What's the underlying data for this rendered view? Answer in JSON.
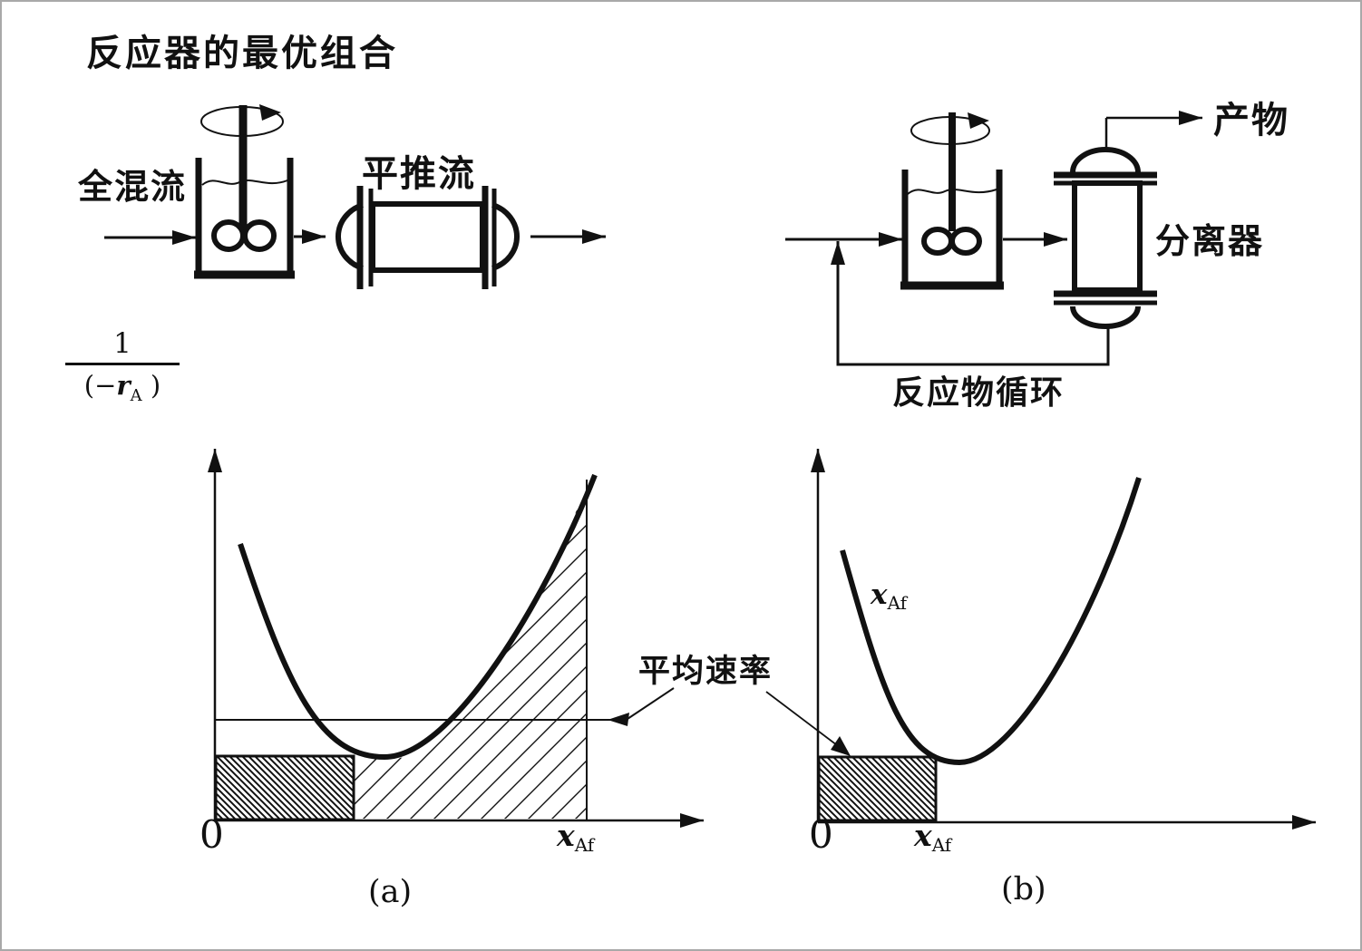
{
  "title": "反应器的最优组合",
  "combo_a": {
    "cstr_label": "全混流",
    "pfr_label": "平推流"
  },
  "combo_b": {
    "product_label": "产物",
    "separator_label": "分离器",
    "recycle_label": "反应物循环"
  },
  "y_axis": {
    "numerator": "1",
    "den_open": "(−",
    "den_var": "r",
    "den_sub": "A",
    "den_close": " )"
  },
  "avg_rate_label": "平均速率",
  "graph_a": {
    "origin_label": "0",
    "x_end_var": "x",
    "x_end_sub": "Af",
    "caption": "(a)"
  },
  "graph_b": {
    "curve_var": "x",
    "curve_sub": "Af",
    "origin_label": "0",
    "x_end_var": "x",
    "x_end_sub": "Af",
    "caption": "(b)"
  },
  "chart_data": [
    {
      "type": "line",
      "panel": "(a)",
      "ylabel": "1/(-rA)",
      "x_tick_labels": [
        "0",
        "xAf"
      ],
      "curve_shape": "U-shaped 1/(-rA) versus conversion curve",
      "areas": [
        "dense cross-hatched rectangle from 0 to intermediate conversion (stirred-tank area)",
        "light diagonal-hatched area under curve up to xAf (plug-flow area)"
      ],
      "annotations": [
        "平均速率 horizontal line across plot"
      ]
    },
    {
      "type": "line",
      "panel": "(b)",
      "ylabel": "1/(-rA)",
      "x_tick_labels": [
        "0",
        "xAf"
      ],
      "curve_shape": "U-shaped 1/(-rA) versus conversion curve labeled xAf",
      "areas": [
        "dense cross-hatched rectangle from 0 to xAf at curve-minimum height (recycle reactor area)"
      ],
      "annotations": [
        "平均速率 leader arrow pointing to rectangle"
      ]
    }
  ]
}
